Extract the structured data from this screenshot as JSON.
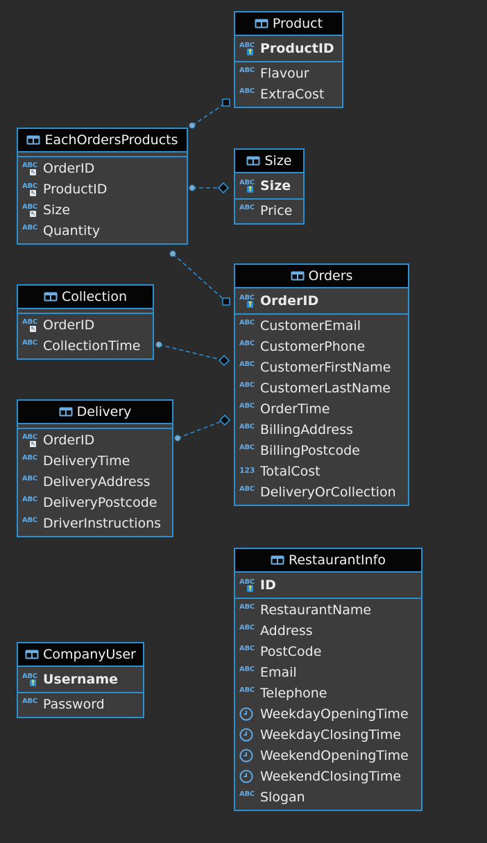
{
  "entities": {
    "product": {
      "name": "Product",
      "pk": [
        {
          "name": "ProductID",
          "type": "ABC",
          "key": "primary"
        }
      ],
      "cols": [
        {
          "name": "Flavour",
          "type": "ABC"
        },
        {
          "name": "ExtraCost",
          "type": "ABC"
        }
      ]
    },
    "each_orders_products": {
      "name": "EachOrdersProducts",
      "pk": [],
      "cols": [
        {
          "name": "OrderID",
          "type": "ABC",
          "key": "foreign"
        },
        {
          "name": "ProductID",
          "type": "ABC",
          "key": "foreign"
        },
        {
          "name": "Size",
          "type": "ABC",
          "key": "foreign"
        },
        {
          "name": "Quantity",
          "type": "ABC"
        }
      ]
    },
    "size": {
      "name": "Size",
      "pk": [
        {
          "name": "Size",
          "type": "ABC",
          "key": "primary"
        }
      ],
      "cols": [
        {
          "name": "Price",
          "type": "ABC"
        }
      ]
    },
    "orders": {
      "name": "Orders",
      "pk": [
        {
          "name": "OrderID",
          "type": "ABC",
          "key": "primary"
        }
      ],
      "cols": [
        {
          "name": "CustomerEmail",
          "type": "ABC"
        },
        {
          "name": "CustomerPhone",
          "type": "ABC"
        },
        {
          "name": "CustomerFirstName",
          "type": "ABC"
        },
        {
          "name": "CustomerLastName",
          "type": "ABC"
        },
        {
          "name": "OrderTime",
          "type": "ABC"
        },
        {
          "name": "BillingAddress",
          "type": "ABC"
        },
        {
          "name": "BillingPostcode",
          "type": "ABC"
        },
        {
          "name": "TotalCost",
          "type": "123"
        },
        {
          "name": "DeliveryOrCollection",
          "type": "ABC"
        }
      ]
    },
    "collection": {
      "name": "Collection",
      "pk": [],
      "cols": [
        {
          "name": "OrderID",
          "type": "ABC",
          "key": "foreign"
        },
        {
          "name": "CollectionTime",
          "type": "ABC"
        }
      ]
    },
    "delivery": {
      "name": "Delivery",
      "pk": [],
      "cols": [
        {
          "name": "OrderID",
          "type": "ABC",
          "key": "foreign"
        },
        {
          "name": "DeliveryTime",
          "type": "ABC"
        },
        {
          "name": "DeliveryAddress",
          "type": "ABC"
        },
        {
          "name": "DeliveryPostcode",
          "type": "ABC"
        },
        {
          "name": "DriverInstructions",
          "type": "ABC"
        }
      ]
    },
    "restaurant_info": {
      "name": "RestaurantInfo",
      "pk": [
        {
          "name": "ID",
          "type": "ABC",
          "key": "primary"
        }
      ],
      "cols": [
        {
          "name": "RestaurantName",
          "type": "ABC"
        },
        {
          "name": "Address",
          "type": "ABC"
        },
        {
          "name": "PostCode",
          "type": "ABC"
        },
        {
          "name": "Email",
          "type": "ABC"
        },
        {
          "name": "Telephone",
          "type": "ABC"
        },
        {
          "name": "WeekdayOpeningTime",
          "type": "time"
        },
        {
          "name": "WeekdayClosingTime",
          "type": "time"
        },
        {
          "name": "WeekendOpeningTime",
          "type": "time"
        },
        {
          "name": "WeekendClosingTime",
          "type": "time"
        },
        {
          "name": "Slogan",
          "type": "ABC"
        }
      ]
    },
    "company_user": {
      "name": "CompanyUser",
      "pk": [
        {
          "name": "Username",
          "type": "ABC",
          "key": "primary"
        }
      ],
      "cols": [
        {
          "name": "Password",
          "type": "ABC"
        }
      ]
    }
  },
  "relationships": [
    {
      "from": "EachOrdersProducts",
      "to": "Product"
    },
    {
      "from": "EachOrdersProducts",
      "to": "Size"
    },
    {
      "from": "EachOrdersProducts",
      "to": "Orders"
    },
    {
      "from": "Collection",
      "to": "Orders"
    },
    {
      "from": "Delivery",
      "to": "Orders"
    }
  ],
  "colors": {
    "background": "#2b2b2b",
    "entity_border": "#2a90d4",
    "entity_header": "#050505",
    "entity_body": "#3c3c3c",
    "connector": "#2a90d4",
    "type_icon": "#5fa9e6"
  }
}
